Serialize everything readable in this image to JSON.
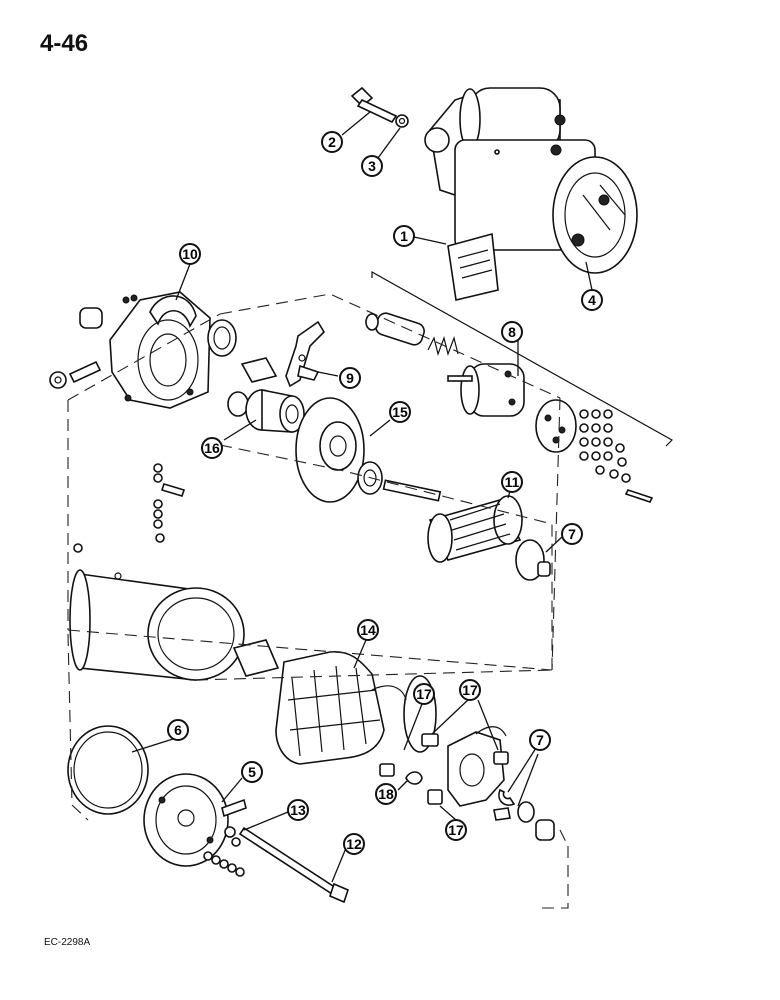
{
  "page": {
    "number": "4-46",
    "figure_code": "EC-2298A"
  },
  "callouts": [
    {
      "id": "c1",
      "label": "1"
    },
    {
      "id": "c2",
      "label": "2"
    },
    {
      "id": "c3",
      "label": "3"
    },
    {
      "id": "c4",
      "label": "4"
    },
    {
      "id": "c5",
      "label": "5"
    },
    {
      "id": "c6",
      "label": "6"
    },
    {
      "id": "c7a",
      "label": "7"
    },
    {
      "id": "c7b",
      "label": "7"
    },
    {
      "id": "c8",
      "label": "8"
    },
    {
      "id": "c9",
      "label": "9"
    },
    {
      "id": "c10",
      "label": "10"
    },
    {
      "id": "c11",
      "label": "11"
    },
    {
      "id": "c12",
      "label": "12"
    },
    {
      "id": "c13",
      "label": "13"
    },
    {
      "id": "c14",
      "label": "14"
    },
    {
      "id": "c15",
      "label": "15"
    },
    {
      "id": "c16",
      "label": "16"
    },
    {
      "id": "c17a",
      "label": "17"
    },
    {
      "id": "c17b",
      "label": "17"
    },
    {
      "id": "c17c",
      "label": "17"
    },
    {
      "id": "c18",
      "label": "18"
    }
  ]
}
